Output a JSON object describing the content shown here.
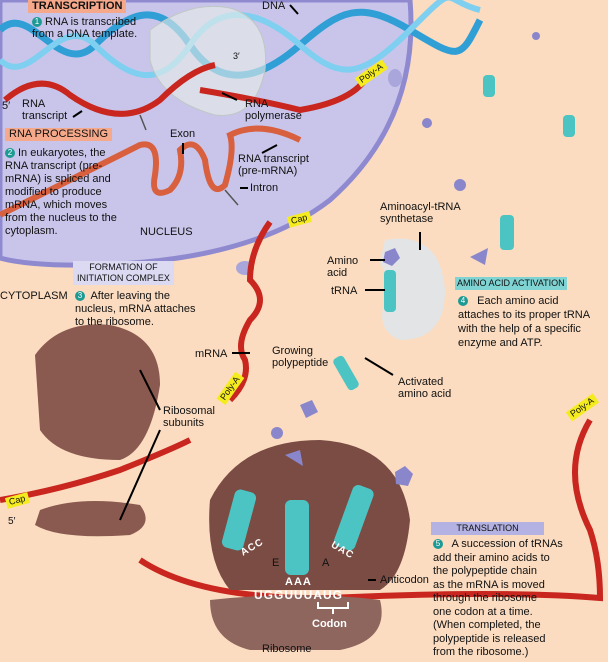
{
  "transcription": {
    "title": "TRANSCRIPTION",
    "step": "1",
    "text": [
      "RNA is transcribed",
      "from a DNA template."
    ]
  },
  "labels": {
    "dna": "DNA",
    "three_prime": "3′",
    "five_prime_top": "5′",
    "five_prime_bottom": "5′",
    "rna_transcript": [
      "RNA",
      "transcript"
    ],
    "rna_polymerase": [
      "RNA",
      "polymerase"
    ],
    "exon": "Exon",
    "pre_mrna": [
      "RNA transcript",
      "(pre-mRNA)"
    ],
    "intron": "Intron",
    "nucleus": "NUCLEUS",
    "cytoplasm": "CYTOPLASM",
    "mrna": "mRNA",
    "growing_polypeptide": [
      "Growing",
      "polypeptide"
    ],
    "synthetase": [
      "Aminoacyl-tRNA",
      "synthetase"
    ],
    "amino_acid": [
      "Amino",
      "acid"
    ],
    "trna": "tRNA",
    "activated_amino_acid": [
      "Activated",
      "amino acid"
    ],
    "ribosomal_subunits": [
      "Ribosomal",
      "subunits"
    ],
    "e_site": "E",
    "a_site": "A",
    "anticodon": "Anticodon",
    "codon": "Codon",
    "ribosome": "Ribosome",
    "cap": "Cap",
    "poly_a": "Poly-A"
  },
  "processing": {
    "title": "RNA PROCESSING",
    "step": "2",
    "text": [
      "In eukaryotes, the",
      "RNA transcript (pre-",
      "mRNA) is spliced and",
      "modified to produce",
      "mRNA, which moves",
      "from the nucleus to the",
      "cytoplasm."
    ]
  },
  "initiation": {
    "title": [
      "FORMATION OF",
      "INITIATION COMPLEX"
    ],
    "step": "3",
    "text": [
      "After leaving the",
      "nucleus, mRNA attaches",
      "to the ribosome."
    ]
  },
  "activation": {
    "title": "AMINO ACID ACTIVATION",
    "step": "4",
    "text": [
      "Each amino acid",
      "attaches to its proper tRNA",
      "with the help of a specific",
      "enzyme and ATP."
    ]
  },
  "translation": {
    "title": "TRANSLATION",
    "step": "5",
    "text": [
      "A succession of tRNAs",
      "add their amino acids to",
      "the polypeptide chain",
      "as the mRNA is moved",
      "through the ribosome",
      "one codon at a time.",
      "(When completed, the",
      "polypeptide is released",
      "from the ribosome.)"
    ]
  },
  "sequences": {
    "anticodon_e": "ACC",
    "anticodon_p": "AAA",
    "anticodon_a": "UAC",
    "mrna": "UGGUUUAUG"
  },
  "colors": {
    "cytoplasm": "#fbdcc0",
    "nucleus": "#c9c5ea",
    "dna": "#3aa6d8",
    "rna": "#c8261e",
    "trna": "#4cc4c4",
    "ribosome": "#8a5a50",
    "transcription_box": "#f6a98a",
    "activation_box": "#7fd3d3",
    "translation_box": "#b4b2e2"
  }
}
